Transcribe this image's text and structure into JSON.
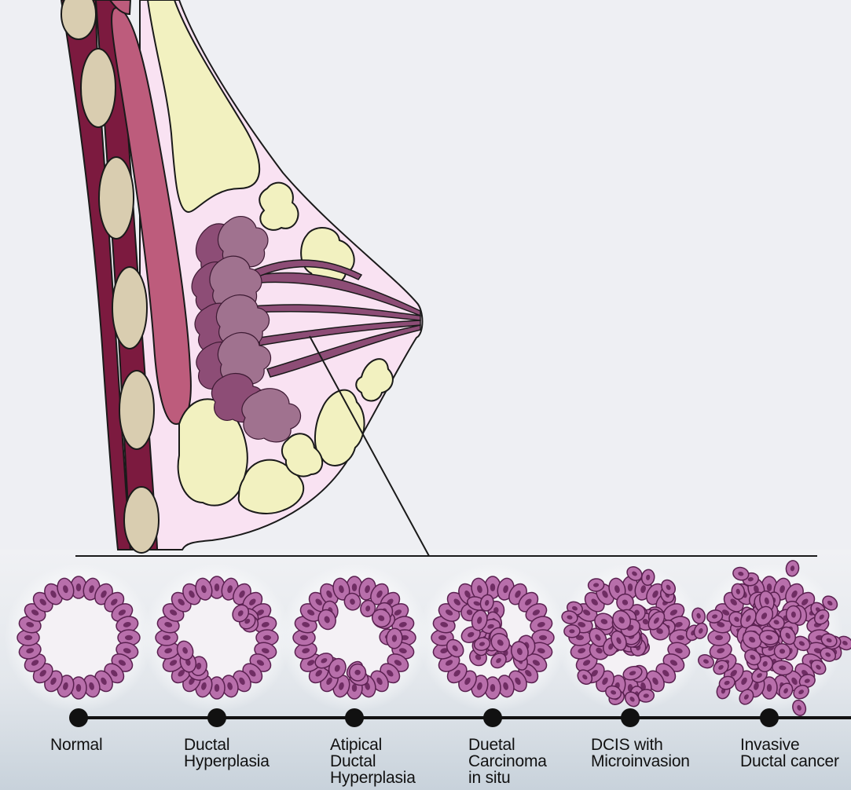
{
  "colors": {
    "background": "#eeeff3",
    "panel_top": "#eef0f3",
    "panel_bottom": "#cfd8e0",
    "breast_skin": "#f9e2f2",
    "fat": "#f2f1c0",
    "lobule": "#9c5f86",
    "duct": "#8d4d76",
    "muscle": "#bd5c7c",
    "chest_wall": "#7c1a3f",
    "rib": "#d9cdb0",
    "cell_fill": "#b86fab",
    "cell_outline": "#5a2050",
    "nucleus": "#6f2d63"
  },
  "stages": [
    {
      "id": "normal",
      "lines": [
        "Normal"
      ]
    },
    {
      "id": "ductal-hyperplasia",
      "lines": [
        "Ductal",
        "Hyperplasia"
      ]
    },
    {
      "id": "atypical-ductal-hyperplasia",
      "lines": [
        "Atipical",
        "Ductal",
        "Hyperplasia"
      ]
    },
    {
      "id": "ductal-carcinoma-in-situ",
      "lines": [
        "Duetal",
        "Carcinoma",
        "in situ"
      ]
    },
    {
      "id": "dcis-with-microinvasion",
      "lines": [
        "DCIS with",
        "Microinvasion"
      ]
    },
    {
      "id": "invasive-ductal-cancer",
      "lines": [
        "Invasive",
        "Ductal cancer"
      ]
    }
  ]
}
